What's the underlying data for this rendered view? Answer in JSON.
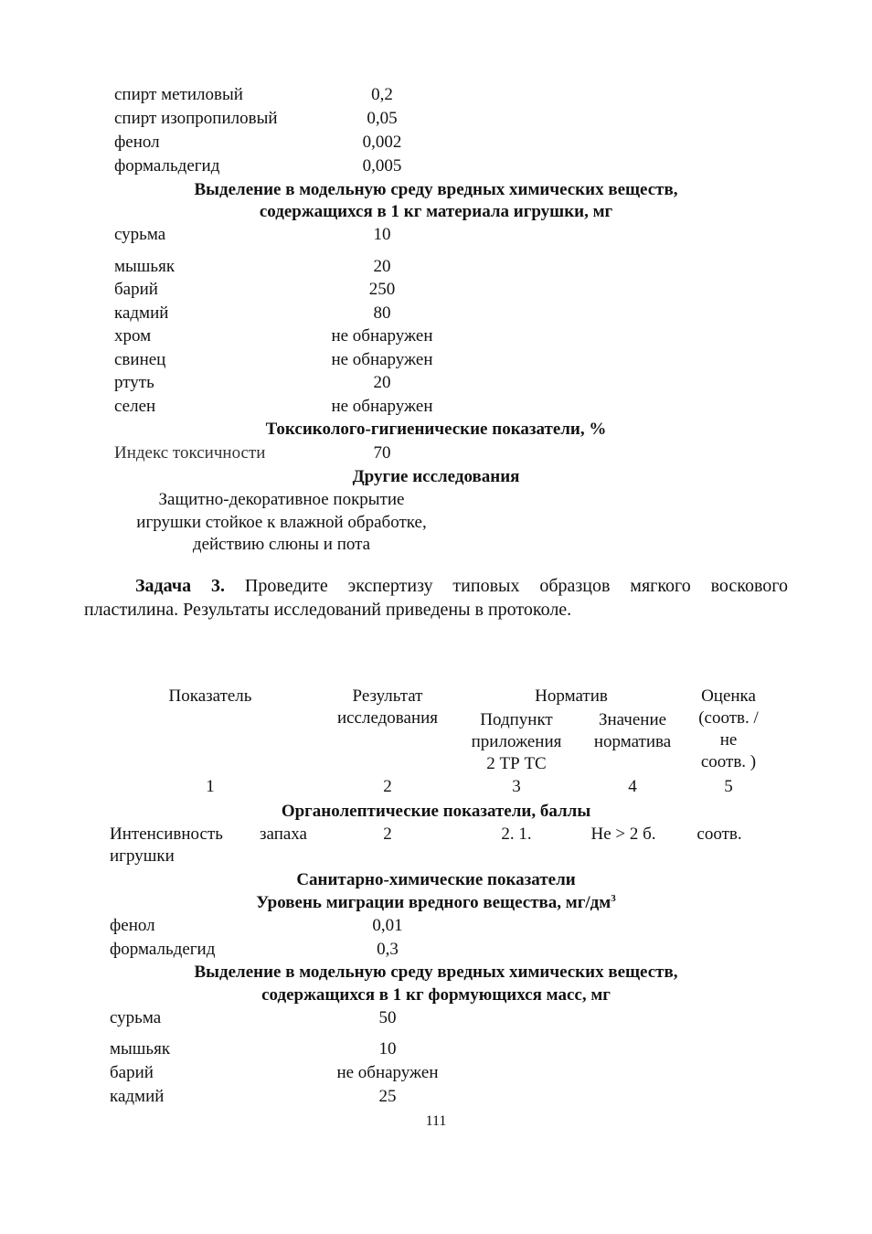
{
  "top_rows": [
    {
      "name": "спирт метиловый",
      "value": "0,2"
    },
    {
      "name": "спирт изопропиловый",
      "value": "0,05"
    },
    {
      "name": "фенол",
      "value": "0,002"
    },
    {
      "name": "формальдегид",
      "value": "0,005"
    }
  ],
  "section_release_toy": {
    "line1": "Выделение в модельную среду вредных химических веществ,",
    "line2": "содержащихся в 1 кг материала игрушки, мг"
  },
  "release_toy_rows": [
    {
      "name": "сурьма",
      "value": "10"
    },
    {
      "name": "мышьяк",
      "value": "20"
    },
    {
      "name": "барий",
      "value": "250"
    },
    {
      "name": "кадмий",
      "value": "80"
    },
    {
      "name": "хром",
      "value": "не обнаружен"
    },
    {
      "name": "свинец",
      "value": "не обнаружен"
    },
    {
      "name": "ртуть",
      "value": "20"
    },
    {
      "name": "селен",
      "value": "не обнаружен"
    }
  ],
  "section_tox": "Токсиколого-гигиенические показатели, %",
  "tox_row": {
    "name": "Индекс токсичности",
    "value": "70"
  },
  "section_other": "Другие исследования",
  "other_text": {
    "line1": "Защитно-декоративное покрытие",
    "line2": "игрушки стойкое к влажной обработке,",
    "line3": "действию слюны и пота"
  },
  "task": {
    "label": "Задача 3.",
    "line1_rest": "Проведите экспертизу типовых образцов мягкого воскового",
    "line2": "пластилина. Результаты исследований приведены в протоколе."
  },
  "table_header": {
    "indicator": "Показатель",
    "result_1": "Результат",
    "result_2": "исследования",
    "norm": "Норматив",
    "subpoint_1": "Подпункт",
    "subpoint_2": "приложения",
    "subpoint_3": "2 ТР ТС",
    "value_1": "Значение",
    "value_2": "норматива",
    "eval_1": "Оценка",
    "eval_2": "(соотв. /",
    "eval_3": "не",
    "eval_4": "соотв. )",
    "numbers": [
      "1",
      "2",
      "3",
      "4",
      "5"
    ]
  },
  "section_organoleptic": "Органолептические показатели, баллы",
  "organoleptic_row": {
    "name_1": "Интенсивность",
    "name_2": "запаха",
    "name_3": "игрушки",
    "result": "2",
    "subpoint": "2. 1.",
    "norm_value": "Не > 2 б.",
    "evaluation": "соотв."
  },
  "section_sanitary": "Санитарно-химические показатели",
  "section_migration": {
    "text": "Уровень миграции вредного вещества, мг/дм",
    "sup": "3"
  },
  "migration_rows": [
    {
      "name": "фенол",
      "value": "0,01"
    },
    {
      "name": "формальдегид",
      "value": "0,3"
    }
  ],
  "section_release_mass": {
    "line1": "Выделение в модельную среду вредных химических веществ,",
    "line2": "содержащихся в 1 кг формующихся масс, мг"
  },
  "release_mass_rows": [
    {
      "name": "сурьма",
      "value": "50"
    },
    {
      "name": "мышьяк",
      "value": "10"
    },
    {
      "name": "барий",
      "value": "не обнаружен"
    },
    {
      "name": "кадмий",
      "value": "25"
    }
  ],
  "page_number": "111"
}
